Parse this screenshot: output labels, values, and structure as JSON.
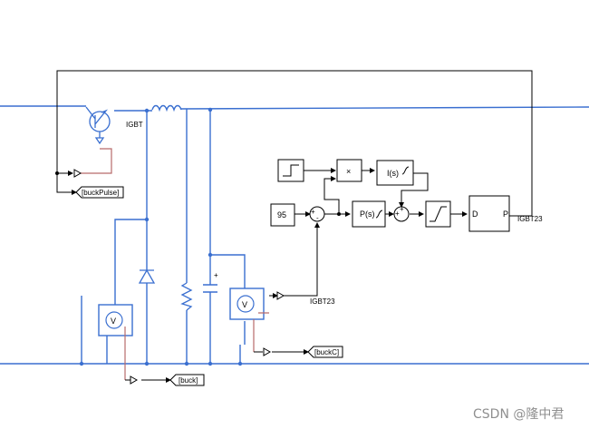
{
  "labels": {
    "igbt": "IGBT",
    "tag_buck_pulse": "[buckPulse]",
    "tag_buck": "[buck]",
    "tag_buck_c": "[buckC]",
    "igbt23_out": "IGBT23",
    "igbt23_in": "IGBT23"
  },
  "blocks": {
    "constant_value": "95",
    "product_symbol": "×",
    "integral_label": "I(s)",
    "proportional_label": "P(s)",
    "sum_top_plus": "+",
    "sum_top_minus": "-",
    "sum_mid_plus_a": "+",
    "sum_mid_plus_b": "+",
    "pwm_in": "D",
    "pwm_out": "P",
    "voltmeter_symbol": "V"
  },
  "watermark": "CSDN @隆中君",
  "colors": {
    "power_wire": "#3a6fd0",
    "sensor_wire": "#b86a6a",
    "signal_wire": "#000000",
    "block_border": "#000000",
    "sensor_border": "#3a6fd0"
  }
}
